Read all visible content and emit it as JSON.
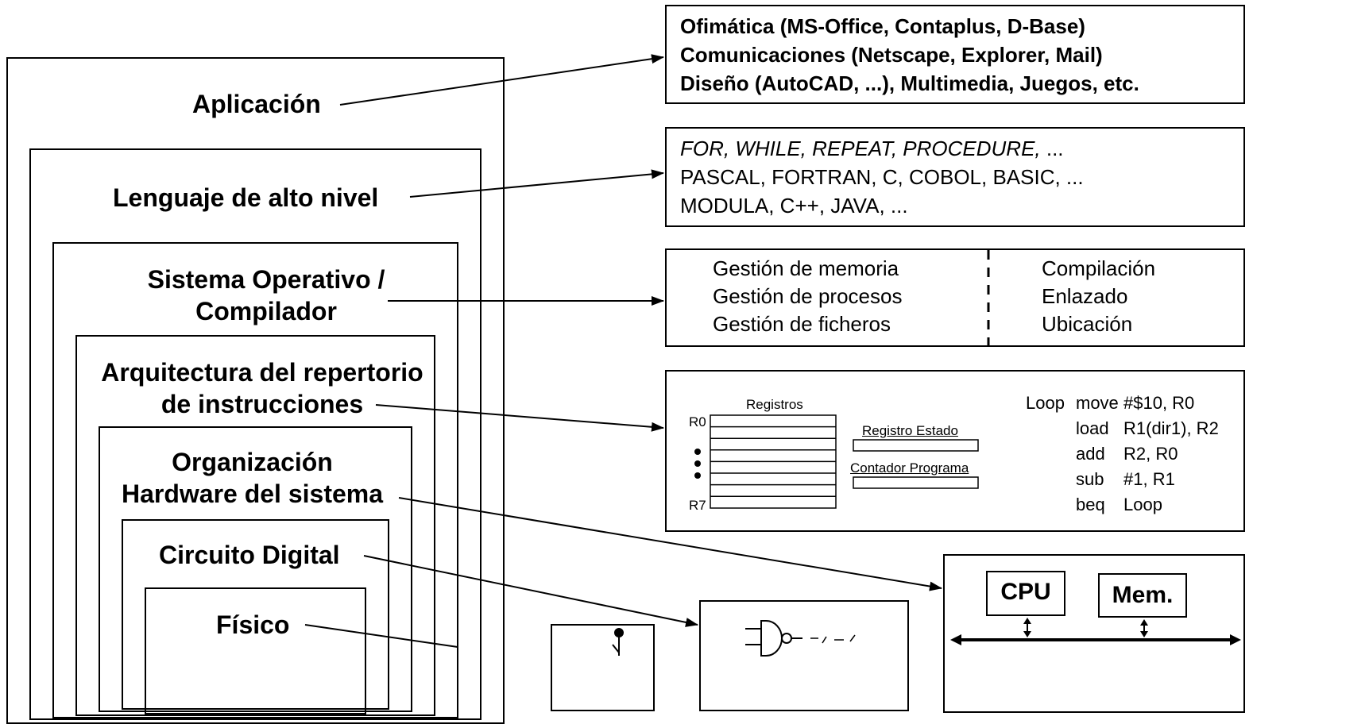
{
  "layers": [
    {
      "label": "Aplicación"
    },
    {
      "label": "Lenguaje de alto nivel"
    },
    {
      "label_lines": [
        "Sistema Operativo /",
        "Compilador"
      ]
    },
    {
      "label_lines": [
        "Arquitectura del repertorio",
        "de instrucciones"
      ]
    },
    {
      "label_lines": [
        "Organización",
        "Hardware del sistema"
      ]
    },
    {
      "label": "Circuito Digital"
    },
    {
      "label": "Físico"
    }
  ],
  "app_box": {
    "lines": [
      "Ofimática (MS-Office, Contaplus, D-Base)",
      "Comunicaciones (Netscape, Explorer, Mail)",
      "Diseño (AutoCAD, ...), Multimedia, Juegos, etc."
    ]
  },
  "lang_box": {
    "line1": "FOR, WHILE, REPEAT, PROCEDURE,",
    "line1_tail": " ...",
    "line2": "PASCAL, FORTRAN, C, COBOL, BASIC, ...",
    "line3": "MODULA, C++, JAVA, ..."
  },
  "os_box": {
    "left": [
      "Gestión de memoria",
      "Gestión de procesos",
      "Gestión de ficheros"
    ],
    "right": [
      "Compilación",
      "Enlazado",
      "Ubicación"
    ]
  },
  "isa_box": {
    "registers_title": "Registros",
    "r0": "R0",
    "r7": "R7",
    "status_register": "Registro Estado",
    "program_counter": "Contador Programa",
    "code": [
      {
        "label": "Loop",
        "op": "move",
        "args": "#$10, R0"
      },
      {
        "label": "",
        "op": "load",
        "args": "R1(dir1), R2"
      },
      {
        "label": "",
        "op": "add",
        "args": "R2, R0"
      },
      {
        "label": "",
        "op": "sub",
        "args": "#1, R1"
      },
      {
        "label": "",
        "op": "beq",
        "args": "Loop"
      }
    ]
  },
  "hw_box": {
    "cpu": "CPU",
    "mem": "Mem."
  }
}
